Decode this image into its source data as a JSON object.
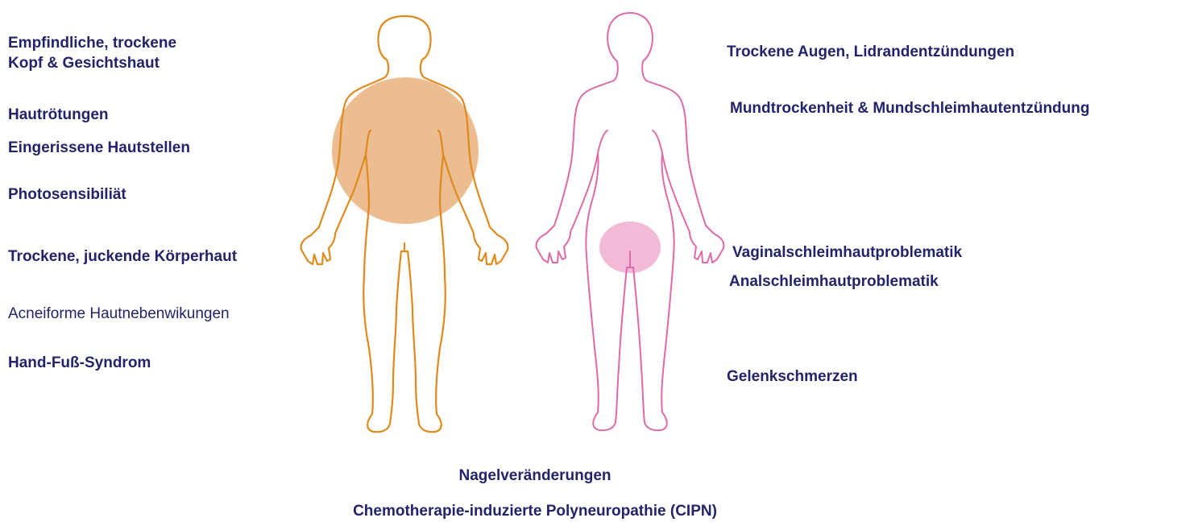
{
  "colors": {
    "text": "#23236b",
    "male_outline": "#e08a1e",
    "male_highlight": "#e9b27c",
    "female_outline": "#e06aa8",
    "female_highlight": "#f2b3d4"
  },
  "left_labels": {
    "l1_line1": "Empfindliche, trockene",
    "l1_line2": "Kopf & Gesichtshaut",
    "l2": "Hautrötungen",
    "l3": "Eingerissene Hautstellen",
    "l4": "Photosensibiliät",
    "l5": "Trockene, juckende Körperhaut",
    "l6": "Acneiforme Hautnebenwikungen",
    "l7": "Hand-Fuß-Syndrom"
  },
  "right_labels": {
    "r1": "Trockene Augen, Lidrandentzündungen",
    "r2": "Mundtrockenheit & Mundschleimhautentzündung",
    "r3": "Vaginalschleimhautproblematik",
    "r4": "Analschleimhautproblematik",
    "r5": "Gelenkschmerzen"
  },
  "bottom_labels": {
    "b1": "Nagelveränderungen",
    "b2": "Chemotherapie-induzierte Polyneuropathie (CIPN)"
  },
  "figures": {
    "male": "male-body-outline",
    "female": "female-body-outline"
  }
}
